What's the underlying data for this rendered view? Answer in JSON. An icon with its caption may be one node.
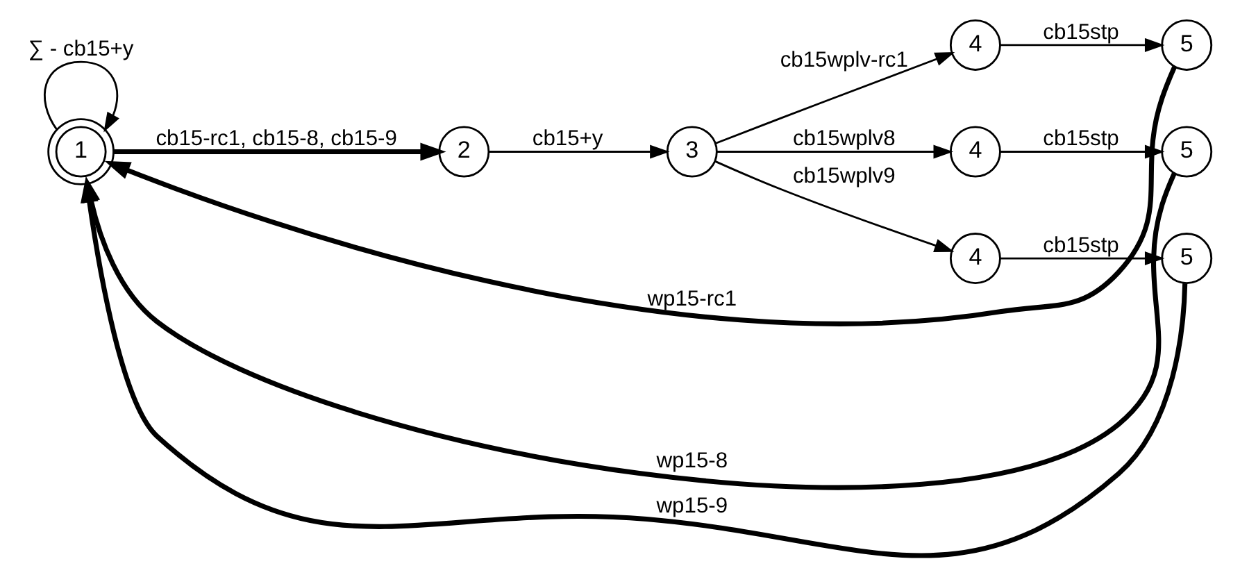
{
  "diagram": {
    "nodes": [
      {
        "text": [
          "1"
        ]
      },
      {
        "text": [
          "2"
        ]
      },
      {
        "text": [
          "3"
        ]
      },
      {
        "text": [
          "4"
        ]
      },
      {
        "text": [
          "5"
        ]
      },
      {
        "text": [
          "4"
        ]
      },
      {
        "text": [
          "5"
        ]
      },
      {
        "text": [
          "4"
        ]
      },
      {
        "text": [
          "5"
        ]
      }
    ],
    "edges": [
      {
        "from": 0,
        "to": 0,
        "arrow": "to",
        "label": "∑ - cb15+y"
      },
      {
        "from": 0,
        "to": 1,
        "arrow": "to",
        "label": "cb15-rc1, cb15-8, cb15-9",
        "style": "thick"
      },
      {
        "from": 1,
        "to": 2,
        "arrow": "to",
        "label": "cb15+y"
      },
      {
        "from": 2,
        "to": 3,
        "arrow": "to",
        "label": "cb15wplv-rc1"
      },
      {
        "from": 3,
        "to": 4,
        "arrow": "to",
        "label": "cb15stp"
      },
      {
        "from": 2,
        "to": 5,
        "arrow": "to",
        "label": "cb15wplv8"
      },
      {
        "from": 5,
        "to": 6,
        "arrow": "to",
        "label": "cb15stp"
      },
      {
        "from": 2,
        "to": 7,
        "arrow": "to",
        "label": "cb15wplv9"
      },
      {
        "from": 7,
        "to": 8,
        "arrow": "to",
        "label": "cb15stp"
      },
      {
        "from": 4,
        "to": 0,
        "arrow": "to",
        "label": "wp15-rc1",
        "style": "thick"
      },
      {
        "from": 6,
        "to": 0,
        "arrow": "to",
        "label": "wp15-8",
        "style": "thick"
      },
      {
        "from": 8,
        "to": 0,
        "arrow": "to",
        "label": "wp15-9",
        "style": "thick"
      }
    ]
  }
}
